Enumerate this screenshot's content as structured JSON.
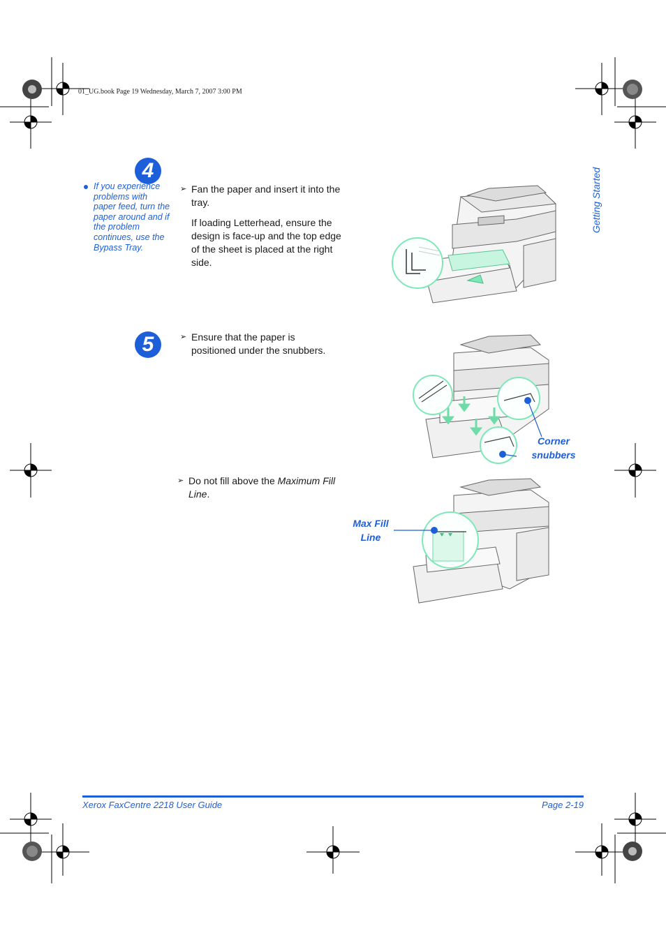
{
  "book_info": "01_UG.book  Page 19  Wednesday, March 7, 2007  3:00 PM",
  "side_tab": "Getting Started",
  "steps": [
    {
      "number": "4",
      "note": "If you experience problems with paper feed, turn the paper around and if the problem continues, use the Bypass Tray.",
      "bullet": "Fan the paper and insert it into the tray.",
      "para": "If loading Letterhead, ensure the design is face-up and the top edge of the sheet is placed at the right side."
    },
    {
      "number": "5",
      "bullet": "Ensure that the paper is positioned under the snubbers.",
      "callout": [
        "Corner",
        "snubbers"
      ]
    }
  ],
  "fill_step": {
    "text_before": "Do not fill above the ",
    "text_italic": "Maximum Fill Line",
    "text_after": ".",
    "callout": [
      "Max Fill",
      "Line"
    ]
  },
  "footer": {
    "left": "Xerox FaxCentre 2218 User Guide",
    "right": "Page 2-19"
  },
  "colors": {
    "accent": "#1c5fd8",
    "highlight": "#7ee8b8"
  }
}
